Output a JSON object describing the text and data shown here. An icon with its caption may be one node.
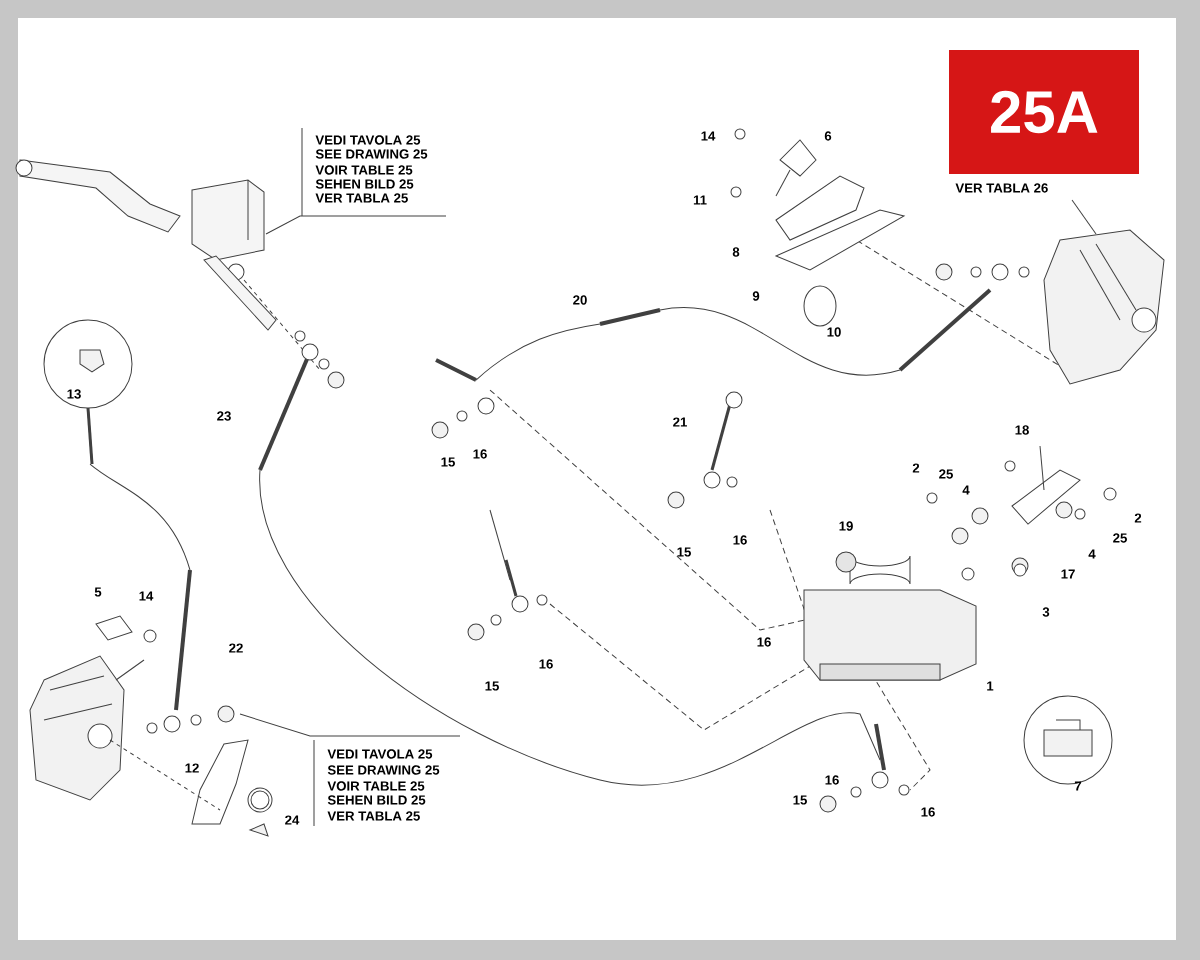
{
  "diagram": {
    "labels": [
      "VEDI TAVOLA 25",
      "SEE DRAWING 25",
      "VOIR TABLE 25",
      "SEHEN BILD 25",
      "VER TABLA 25",
      "25A",
      "14",
      "6",
      "VER TABLA 26",
      "11",
      "8",
      "9",
      "20",
      "10",
      "13",
      "23",
      "21",
      "18",
      "15",
      "16",
      "2",
      "25",
      "4",
      "2",
      "19",
      "25",
      "16",
      "15",
      "4",
      "17",
      "5",
      "14",
      "3",
      "16",
      "22",
      "16",
      "1",
      "15",
      "VEDI TAVOLA 25",
      "SEE DRAWING 25",
      "VOIR TABLE 25",
      "SEHEN BILD 25",
      "VER TABLA 25",
      "12",
      "16",
      "7",
      "15",
      "16",
      "24"
    ]
  }
}
